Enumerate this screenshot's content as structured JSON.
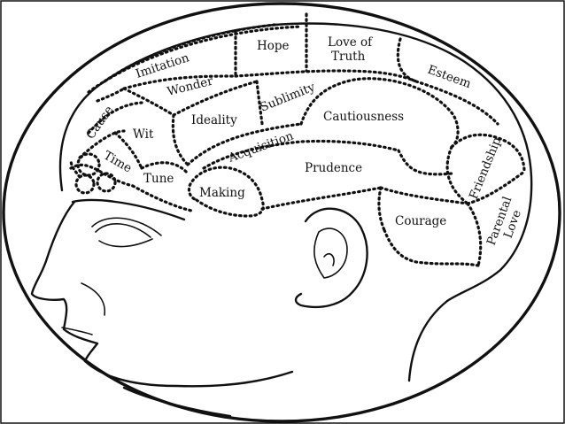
{
  "regions": {
    "hope": "Hope",
    "love_of_truth_1": "Love of",
    "love_of_truth_2": "Truth",
    "imitation": "Imitation",
    "wonder": "Wonder",
    "esteem": "Esteem",
    "cause": "Cause",
    "wit": "Wit",
    "ideality": "Ideality",
    "sublimity": "Sublimity",
    "cautiousness": "Cautiousness",
    "acquisition": "Acquisition",
    "time": "Time",
    "tune": "Tune",
    "making": "Making",
    "prudence": "Prudence",
    "friendship": "Friendship",
    "courage": "Courage",
    "parental_love_1": "Parental",
    "parental_love_2": "Love"
  }
}
